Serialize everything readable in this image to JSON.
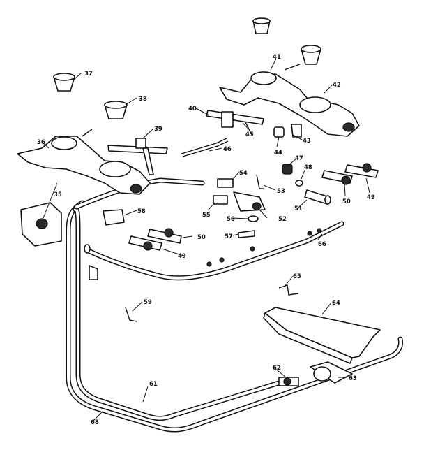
{
  "callouts": [
    "35",
    "36",
    "37",
    "38",
    "39",
    "40",
    "41",
    "42",
    "43",
    "44",
    "45",
    "46",
    "47",
    "48",
    "49",
    "49",
    "50",
    "50",
    "51",
    "52",
    "53",
    "54",
    "55",
    "56",
    "57",
    "58",
    "59",
    "61",
    "62",
    "63",
    "64",
    "65",
    "66",
    "68"
  ]
}
